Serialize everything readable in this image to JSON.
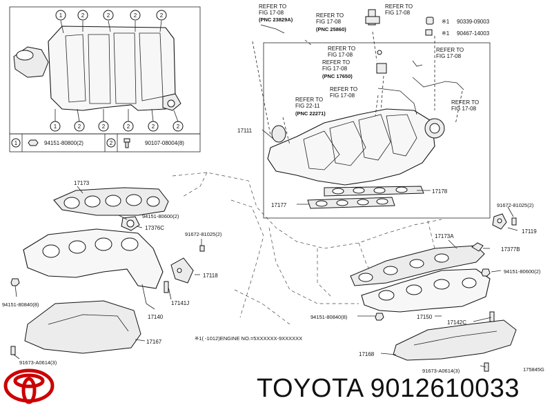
{
  "legend": {
    "items": [
      {
        "num": "1",
        "part": "94151-80800(2)"
      },
      {
        "num": "2",
        "part": "90107-08004(8)"
      }
    ]
  },
  "top_circles": [
    "1",
    "2",
    "2",
    "2",
    "2"
  ],
  "bottom_circles": [
    "1",
    "2",
    "2",
    "2",
    "2",
    "2"
  ],
  "refer": {
    "fig1708_a": {
      "line1": "REFER TO",
      "line2": "FIG 17-08",
      "pnc": "(PNC 23829A)"
    },
    "fig1708_b": {
      "line1": "REFER TO",
      "line2": "FIG 17-08",
      "pnc": "(PNC 25860)"
    },
    "fig1708_c": {
      "line1": "REFER TO",
      "line2": "FIG 17-08"
    },
    "fig1708_d": {
      "line1": "REFER TO",
      "line2": "FIG 17-08"
    },
    "fig1708_e": {
      "line1": "REFER TO",
      "line2": "FIG 17-08",
      "pnc": "(PNC 17650)"
    },
    "fig1708_f": {
      "line1": "REFER TO",
      "line2": "FIG 17-08"
    },
    "fig1708_g": {
      "line1": "REFER TO",
      "line2": "FIG 17-08"
    },
    "fig1708_h": {
      "line1": "REFER TO",
      "line2": "FIG 17-08"
    },
    "fig2211": {
      "line1": "REFER TO",
      "line2": "FIG 22-11",
      "pnc": "(PNC 22271)"
    }
  },
  "starred": [
    {
      "mark": "※1",
      "part": "90339-09003"
    },
    {
      "mark": "※1",
      "part": "90467-14003"
    }
  ],
  "parts": {
    "p17111": "17111",
    "p17178": "17178",
    "p17177": "17177",
    "p17173": "17173",
    "p94151_80600_l": "94151-80600(2)",
    "p17376c": "17376C",
    "p91672_l": "91672-81025(2)",
    "p17118": "17118",
    "p94151_80840_l": "94151-80840(8)",
    "p17141j": "17141J",
    "p17140": "17140",
    "p17167": "17167",
    "p91673_l": "91673-A0614(3)",
    "p91672_r": "91672-81025(2)",
    "p17119": "17119",
    "p17173a": "17173A",
    "p17377b": "17377B",
    "p94151_80600_r": "94151-80600(2)",
    "p94151_80840_r": "94151-80840(8)",
    "p17150": "17150",
    "p17142c": "17142C",
    "p17168": "17168",
    "p91673_r": "91673-A0614(3)"
  },
  "footnote": "※1(    -1012)ENGINE NO.=5XXXXXX-9XXXXXX",
  "diagram_code": "175845G",
  "brand": {
    "text": "TOYOTA 9012610033",
    "logo_color": "#cc0000"
  }
}
